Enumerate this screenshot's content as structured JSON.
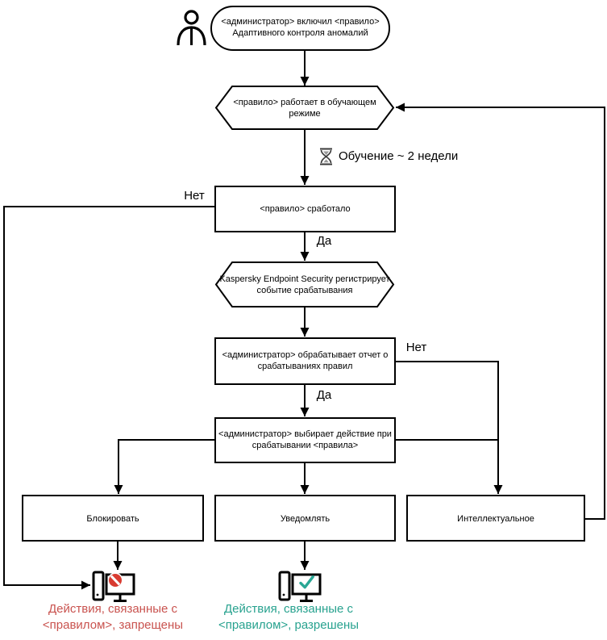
{
  "diagram": {
    "nodes": {
      "start": {
        "line1": "<администратор> включил <правило>",
        "line2": "Адаптивного контроля аномалий"
      },
      "training": {
        "line1": "<правило> работает в обучающем",
        "line2": "режиме"
      },
      "triggered": {
        "label": "<правило> сработало"
      },
      "register": {
        "line1": "Kaspersky Endpoint Security регистрирует",
        "line2": "событие срабатывания"
      },
      "report": {
        "line1": "<администратор> обрабатывает отчет о",
        "line2": "срабатываниях правил"
      },
      "choose": {
        "line1": "<администратор> выбирает действие при",
        "line2": "срабатывании <правила>"
      },
      "block": {
        "label": "Блокировать"
      },
      "notify": {
        "label": "Уведомлять"
      },
      "smart": {
        "label": "Интеллектуальное"
      }
    },
    "edge_labels": {
      "no1": "Нет",
      "yes1": "Да",
      "no2": "Нет",
      "yes2": "Да"
    },
    "annotations": {
      "learning": "Обучение ~ 2 недели",
      "denied": {
        "line1": "Действия, связанные с",
        "line2": "<правилом>, запрещены"
      },
      "allowed": {
        "line1": "Действия, связанные с",
        "line2": "<правилом>, разрешены"
      }
    },
    "icons": {
      "person": "person-icon",
      "hourglass": "hourglass-icon",
      "blocked_computer": "computer-blocked-icon",
      "allowed_computer": "computer-allowed-icon"
    },
    "colors": {
      "line": "#000000",
      "denied_text": "#c9534f",
      "allowed_text": "#28a28f",
      "prohibit_icon": "#d83b31",
      "check_icon": "#29a795"
    }
  }
}
